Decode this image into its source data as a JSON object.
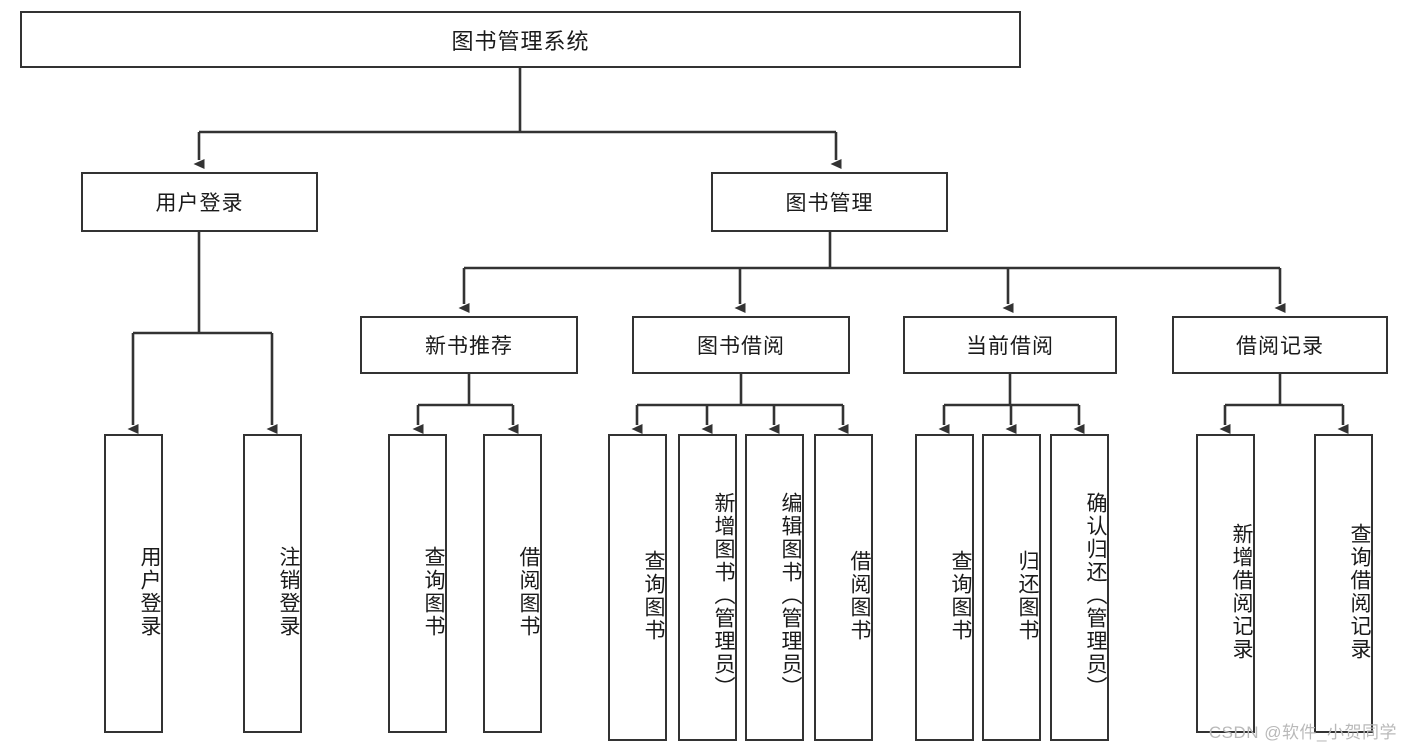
{
  "diagram": {
    "title": "图书管理系统",
    "root": {
      "id": "root",
      "label": "图书管理系统"
    },
    "level1": [
      {
        "id": "user-login",
        "label": "用户登录"
      },
      {
        "id": "book-manage",
        "label": "图书管理"
      }
    ],
    "level2": [
      {
        "id": "new-book-recommend",
        "label": "新书推荐",
        "parent": "book-manage"
      },
      {
        "id": "book-borrow",
        "label": "图书借阅",
        "parent": "book-manage"
      },
      {
        "id": "current-borrow",
        "label": "当前借阅",
        "parent": "book-manage"
      },
      {
        "id": "borrow-record",
        "label": "借阅记录",
        "parent": "book-manage"
      }
    ],
    "leaves": {
      "user_login": [
        {
          "id": "leaf-user-login",
          "label": "用户登录"
        },
        {
          "id": "leaf-user-logout",
          "label": "注销登录"
        }
      ],
      "new_book_recommend": [
        {
          "id": "leaf-query-book-1",
          "label": "查询图书"
        },
        {
          "id": "leaf-borrow-book-1",
          "label": "借阅图书"
        }
      ],
      "book_borrow": [
        {
          "id": "leaf-query-book-2",
          "label": "查询图书"
        },
        {
          "id": "leaf-add-book",
          "label": "新增图书（管理员）"
        },
        {
          "id": "leaf-edit-book",
          "label": "编辑图书（管理员）"
        },
        {
          "id": "leaf-borrow-book-2",
          "label": "借阅图书"
        }
      ],
      "current_borrow": [
        {
          "id": "leaf-query-book-3",
          "label": "查询图书"
        },
        {
          "id": "leaf-return-book",
          "label": "归还图书"
        },
        {
          "id": "leaf-confirm-return",
          "label": "确认归还（管理员）"
        }
      ],
      "borrow_record": [
        {
          "id": "leaf-add-record",
          "label": "新增借阅记录"
        },
        {
          "id": "leaf-query-record",
          "label": "查询借阅记录"
        }
      ]
    },
    "colors": {
      "stroke": "#333333",
      "fill": "#ffffff",
      "text": "#1a1a1a",
      "watermark": "#b9b9b9"
    }
  },
  "watermark": {
    "text": "CSDN @软件_小贺同学"
  }
}
